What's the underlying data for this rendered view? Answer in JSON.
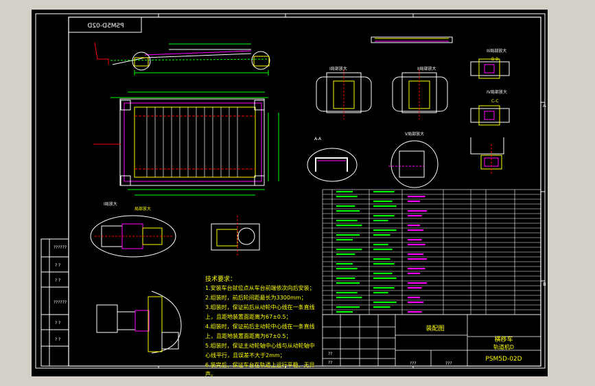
{
  "drawing": {
    "code_mirrored": "PSM5D-02D",
    "code": "PSM5D-02D",
    "product_name": "横移车",
    "subtitle": "轨道机D",
    "assembly_label": "装配图",
    "border_letter_a": "A",
    "border_letter_b": "B",
    "view_labels": {
      "section_bb": "B-B",
      "section_cc": "C-C",
      "section_aa": "A-A",
      "enlarged_1": "I局部放大",
      "enlarged_2": "II局部放大",
      "enlarged_3": "III局部放大",
      "enlarged_4": "IV局部放大",
      "enlarged_5": "V局部放大",
      "enlarged_motor": "I局放大",
      "enlarged_small": "局部放大"
    },
    "left_stamp": [
      "??????",
      "? ?",
      "? ?",
      "??????",
      "? ?",
      "? ?"
    ],
    "title_block": {
      "q1": "???",
      "q2": "???",
      "q3": "??",
      "q4": "??"
    }
  },
  "tech_requirements": {
    "title": "技术要求：",
    "items": [
      "1.安装车台就位点从车台前端依次向后安装；",
      "2.组装时，前后轮间距最长为3300mm；",
      "3.组装时，保证前后从动轮中心线在一条直线",
      "上，且距地装置面距离为67±0.5；",
      "4.组装时，保证前后主动轮中心线在一条直线",
      "上，且距地装置面距离为67±0.5；",
      "5.组装时，保证主动轮轴中心线与从动轮轴中",
      "心线平行，且误差不大于2mm；",
      "6.装完后，保证车台在轨道上运行平稳，无异",
      "声。"
    ]
  },
  "colors": {
    "background": "#000000",
    "frame": "#ffffff",
    "text": "#ffff00",
    "dims": "#00ff00",
    "accent": "#ff00ff",
    "red": "#ff0000"
  }
}
